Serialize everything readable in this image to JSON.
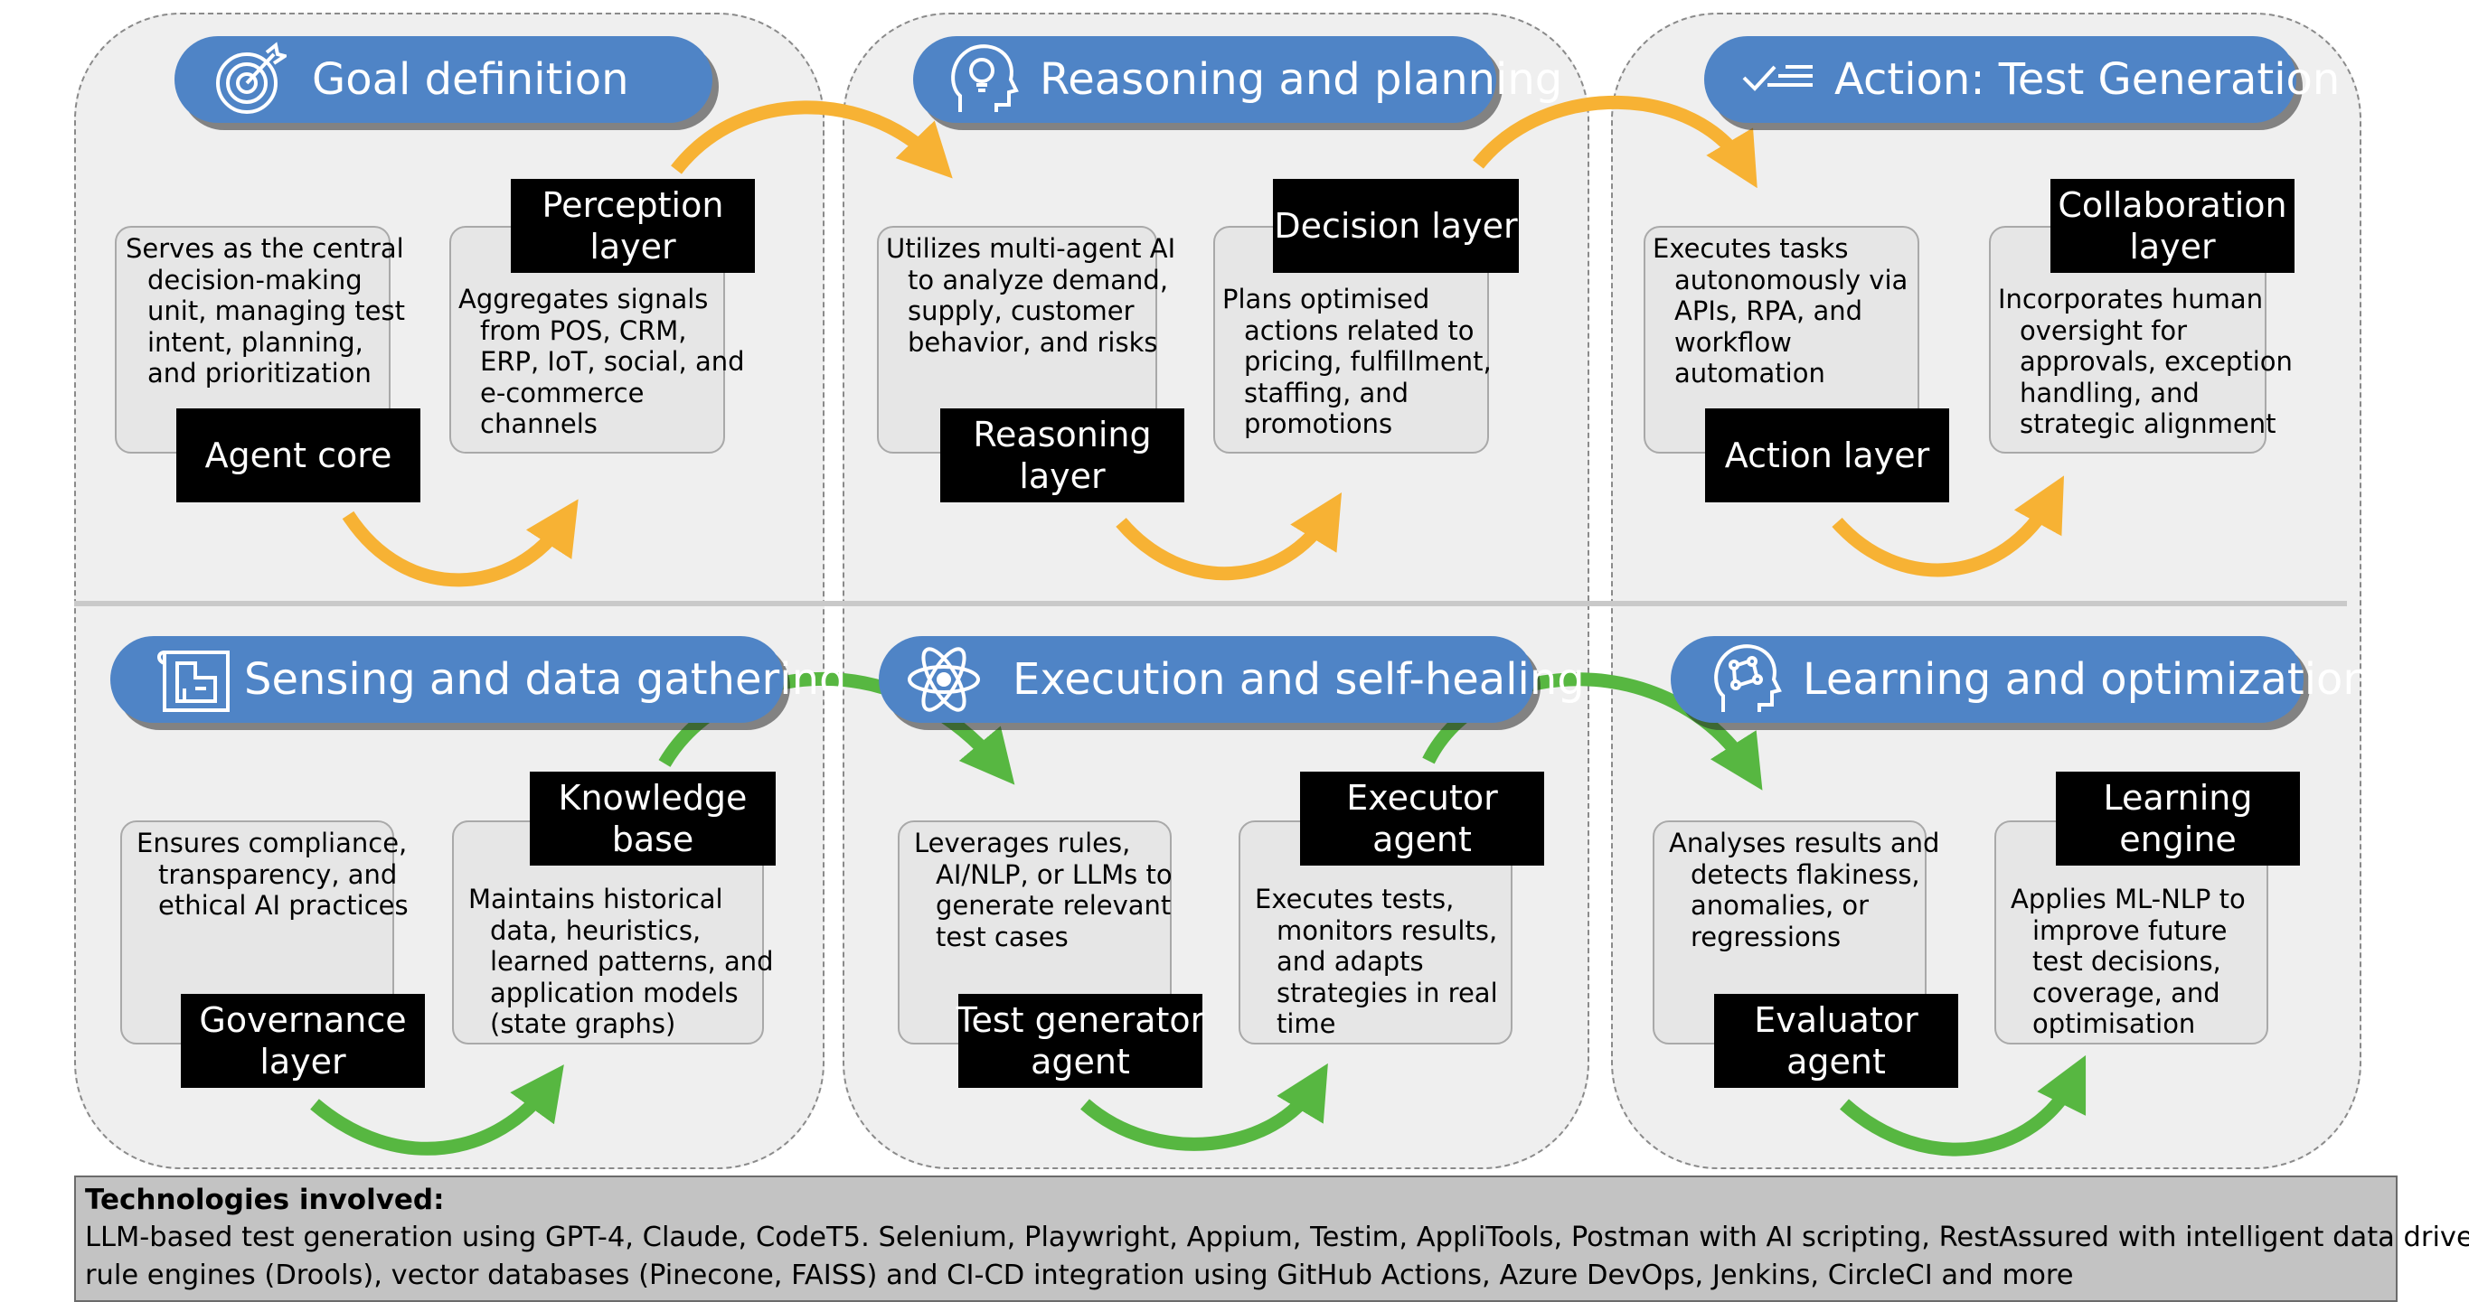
{
  "colors": {
    "panel_bg": "#efefef",
    "pill_blue": "#4f84c6",
    "arrow_orange": "#f7b234",
    "arrow_green": "#57b741",
    "label_bg": "#000000",
    "desc_bg": "#e6e6e6",
    "tech_bg": "#c3c3c3"
  },
  "phases": {
    "goal": {
      "title": "Goal definition",
      "icon": "target-icon"
    },
    "reasoning": {
      "title": "Reasoning and planning",
      "icon": "head-lightbulb-icon"
    },
    "action": {
      "title": "Action: Test Generation",
      "icon": "checklist-icon"
    },
    "sensing": {
      "title": "Sensing and data gathering",
      "icon": "blueprint-icon"
    },
    "execution": {
      "title": "Execution and self-healing",
      "icon": "atom-icon"
    },
    "learning": {
      "title": "Learning and optimization",
      "icon": "head-circuit-icon"
    }
  },
  "components": {
    "agent_core": {
      "label": [
        "Agent core"
      ],
      "desc": [
        "Serves as the central",
        "decision-making",
        "unit, managing test",
        "intent, planning,",
        "and prioritization"
      ]
    },
    "perception": {
      "label": [
        "Perception",
        "layer"
      ],
      "desc": [
        "Aggregates signals",
        "from POS, CRM,",
        "ERP, IoT, social, and",
        "e-commerce",
        "channels"
      ]
    },
    "reasoning_layer": {
      "label": [
        "Reasoning",
        "layer"
      ],
      "desc": [
        "Utilizes multi-agent AI",
        "to analyze demand,",
        "supply, customer",
        "behavior, and risks"
      ]
    },
    "decision": {
      "label": [
        "Decision layer"
      ],
      "desc": [
        "Plans optimised",
        "actions related to",
        "pricing, fulfillment,",
        "staffing, and",
        "promotions"
      ]
    },
    "action_layer": {
      "label": [
        "Action layer"
      ],
      "desc": [
        "Executes tasks",
        "autonomously via",
        "APIs, RPA, and",
        "workflow",
        "automation"
      ]
    },
    "collaboration": {
      "label": [
        "Collaboration",
        "layer"
      ],
      "desc": [
        "Incorporates human",
        "oversight for",
        "approvals, exception",
        "handling, and",
        "strategic alignment"
      ]
    },
    "governance": {
      "label": [
        "Governance",
        "layer"
      ],
      "desc": [
        "Ensures compliance,",
        "transparency, and",
        "ethical AI practices"
      ]
    },
    "knowledge": {
      "label": [
        "Knowledge",
        "base"
      ],
      "desc": [
        "Maintains historical",
        "data, heuristics,",
        "learned patterns, and",
        "application models",
        "(state graphs)"
      ]
    },
    "test_generator": {
      "label": [
        "Test generator",
        "agent"
      ],
      "desc": [
        "Leverages rules,",
        "AI/NLP, or LLMs to",
        "generate relevant",
        "test cases"
      ]
    },
    "executor": {
      "label": [
        "Executor",
        "agent"
      ],
      "desc": [
        "Executes tests,",
        "monitors results,",
        "and adapts",
        "strategies in real",
        "time"
      ]
    },
    "evaluator": {
      "label": [
        "Evaluator",
        "agent"
      ],
      "desc": [
        "Analyses results and",
        "detects flakiness,",
        "anomalies, or",
        "regressions"
      ]
    },
    "learning_engine": {
      "label": [
        "Learning",
        "engine"
      ],
      "desc": [
        "Applies ML-NLP to",
        "improve future",
        "test decisions,",
        "coverage, and",
        "optimisation"
      ]
    }
  },
  "technologies": {
    "heading": "Technologies involved:",
    "lines": [
      "LLM-based test generation using GPT-4, Claude, CodeT5. Selenium, Playwright, Appium, Testim, AppliTools, Postman with AI scripting, RestAssured with intelligent data drivers,",
      "rule engines (Drools), vector databases (Pinecone, FAISS) and CI-CD integration using GitHub Actions, Azure DevOps, Jenkins, CircleCI and more"
    ]
  }
}
